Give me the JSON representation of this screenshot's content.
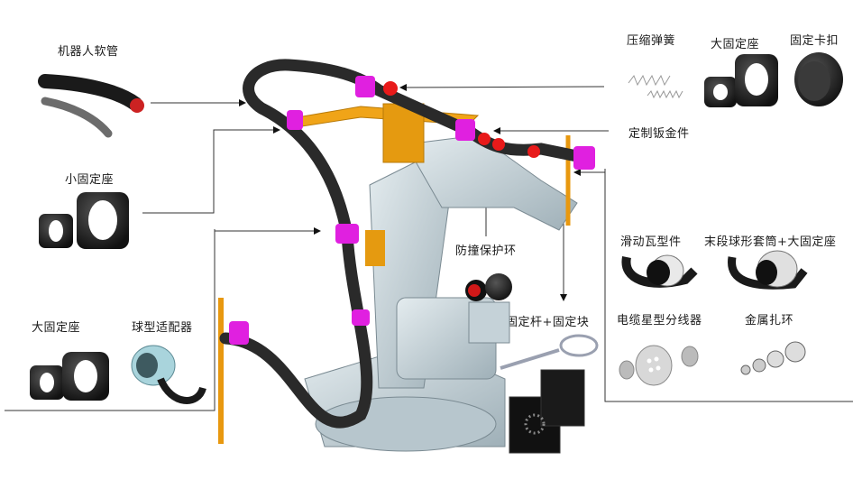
{
  "left_callouts": {
    "hose": {
      "label": "机器人软管"
    },
    "small_mount": {
      "label": "小固定座"
    },
    "large_mount": {
      "label": "大固定座"
    },
    "ball_adapter": {
      "label": "球型适配器"
    }
  },
  "top_right_callouts": {
    "spring": {
      "label": "压缩弹簧"
    },
    "large_mount": {
      "label": "大固定座"
    },
    "clip": {
      "label": "固定卡扣"
    },
    "sheet_metal": {
      "label": "定制钣金件"
    }
  },
  "center_callouts": {
    "bumper_ring": {
      "label": "防撞保护环"
    },
    "rod_block": {
      "label": "固定杆+固定块"
    }
  },
  "right_panel": {
    "slider": {
      "label": "滑动瓦型件"
    },
    "end_ball_sleeve": {
      "label": "末段球形套筒+大固定座"
    },
    "star_splitter": {
      "label": "电缆星型分线器"
    },
    "metal_clamp": {
      "label": "金属扎环"
    }
  },
  "colors": {
    "hose": "#2a2a2a",
    "bracket": "#f0a418",
    "clamp_magenta": "#e020e0",
    "bumper_red": "#e81a1a",
    "robot_body": "#c9d6dc",
    "line": "#333333"
  }
}
